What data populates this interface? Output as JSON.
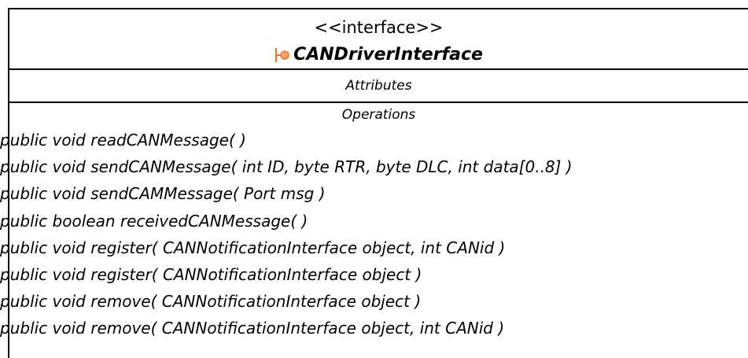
{
  "class_box": {
    "stereotype": "<<interface>>",
    "name": "CANDriverInterface",
    "icon": "interface-icon",
    "attributes_label": "Attributes",
    "operations_label": "Operations",
    "operations": [
      "public void  readCANMessage(  )",
      "public void  sendCANMessage( int ID, byte RTR, byte DLC, int data[0..8] )",
      "public void  sendCAMMessage( Port msg )",
      "public boolean  receivedCANMessage(  )",
      "public void  register( CANNotificationInterface object, int CANid )",
      "public void  register( CANNotificationInterface object )",
      "public void  remove( CANNotificationInterface object )",
      "public void  remove( CANNotificationInterface object, int CANid )"
    ]
  },
  "colors": {
    "border": "#000000",
    "background": "#ffffff",
    "icon_orange": "#e8772e",
    "icon_fill": "#f4a46b"
  }
}
